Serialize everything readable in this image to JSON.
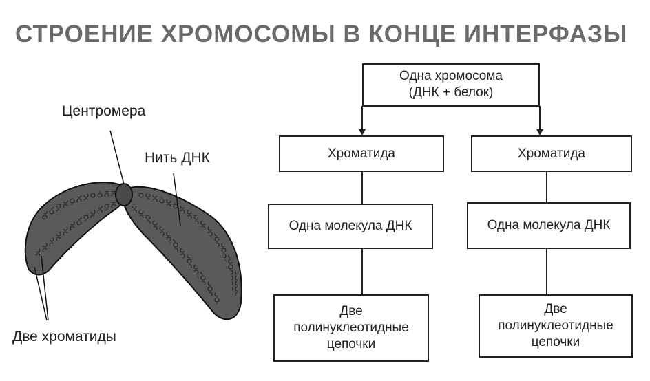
{
  "title": "СТРОЕНИЕ ХРОМОСОМЫ В КОНЦЕ ИНТЕРФАЗЫ",
  "chromosome_labels": {
    "centromere": "Центромера",
    "dna_thread": "Нить ДНК",
    "two_chromatids": "Две хроматиды"
  },
  "flowchart": {
    "root": {
      "line1": "Одна хромосома",
      "line2": "(ДНК + белок)"
    },
    "left": {
      "chromatid": "Хроматида",
      "molecule": "Одна молекула ДНК",
      "chains": {
        "line1": "Две",
        "line2": "полинуклеотидные",
        "line3": "цепочки"
      }
    },
    "right": {
      "chromatid": "Хроматида",
      "molecule": "Одна молекула ДНК",
      "chains": {
        "line1": "Две",
        "line2": "полинуклеотидные",
        "line3": "цепочки"
      }
    }
  },
  "colors": {
    "title": "#6a6a6a",
    "chromosome_fill": "#5a5a5a",
    "line": "#222222"
  }
}
